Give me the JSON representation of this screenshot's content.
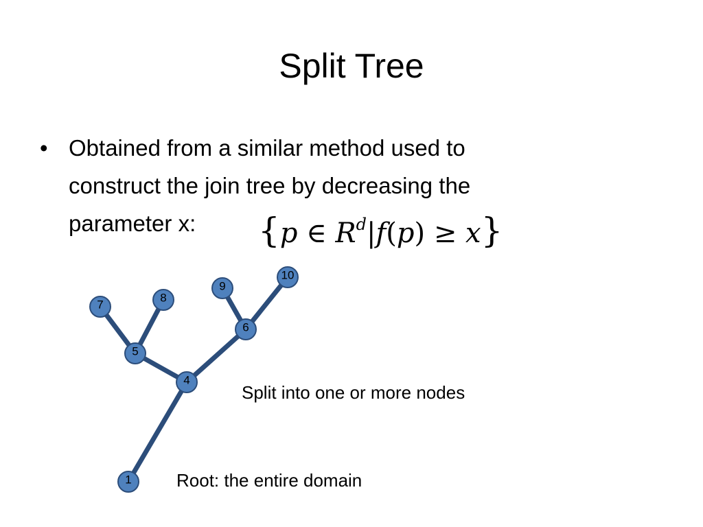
{
  "slide": {
    "title": "Split Tree",
    "bullet_symbol": "•",
    "bullet_lines": [
      "Obtained from a similar method used to",
      "construct the join tree by decreasing the",
      "parameter x:"
    ]
  },
  "formula": {
    "open_brace": "{",
    "p": "p",
    "in": "∈",
    "R": "R",
    "d": "d",
    "bar": "|",
    "f": "f",
    "lparen": "(",
    "p2": "p",
    "rparen": ")",
    "geq": "≥",
    "x": "x",
    "close_brace": "}"
  },
  "tree": {
    "node_color": "#4f81bd",
    "edge_color": "#2c4d7a",
    "nodes": [
      {
        "id": "1",
        "label": "1"
      },
      {
        "id": "4",
        "label": "4"
      },
      {
        "id": "5",
        "label": "5"
      },
      {
        "id": "6",
        "label": "6"
      },
      {
        "id": "7",
        "label": "7"
      },
      {
        "id": "8",
        "label": "8"
      },
      {
        "id": "9",
        "label": "9"
      },
      {
        "id": "10",
        "label": "10"
      }
    ],
    "edges": [
      [
        "1",
        "4"
      ],
      [
        "4",
        "5"
      ],
      [
        "4",
        "6"
      ],
      [
        "5",
        "7"
      ],
      [
        "5",
        "8"
      ],
      [
        "6",
        "9"
      ],
      [
        "6",
        "10"
      ]
    ]
  },
  "annotations": {
    "split": "Split into one or more nodes",
    "root": "Root: the entire domain"
  }
}
